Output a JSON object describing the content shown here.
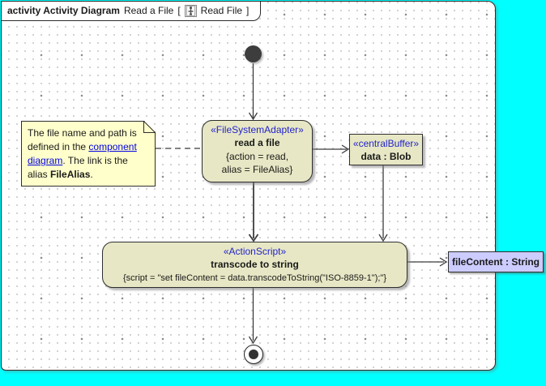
{
  "frame": {
    "kind_label": "activity Activity Diagram",
    "diagram_name": "Read a File",
    "bracket_open": "[",
    "frame_ref": "Read File",
    "bracket_close": "]"
  },
  "note": {
    "line1": "The file name and path is",
    "line2_text": "defined in the ",
    "line2_link": "component",
    "line3_link": "diagram",
    "line3_text": ". The link is the",
    "line4_text": "alias ",
    "line4_bold": "FileAlias",
    "line4_end": "."
  },
  "nodes": {
    "read_file": {
      "stereotype": "«FileSystemAdapter»",
      "name": "read a file",
      "prop_line1": "{action = read,",
      "prop_line2": "alias = FileAlias}"
    },
    "buffer": {
      "stereotype": "«centralBuffer»",
      "name": "data : Blob"
    },
    "transcode": {
      "stereotype": "«ActionScript»",
      "name": "transcode to string",
      "script": "{script = \"set fileContent = data.transcodeToString(\"ISO-8859-1\");\"}"
    },
    "output_pin": {
      "label": "fileContent : String"
    }
  },
  "icons": {
    "frame_icon": "activity-diagram-icon"
  },
  "colors": {
    "canvas_background": "#00ffff",
    "node_fill": "#e7e7c5",
    "note_fill": "#ffffcc",
    "pin_fill": "#ccccff",
    "stereotype_text": "#2323cb",
    "link_text": "#0000e0",
    "border": "#2e2e2e"
  }
}
